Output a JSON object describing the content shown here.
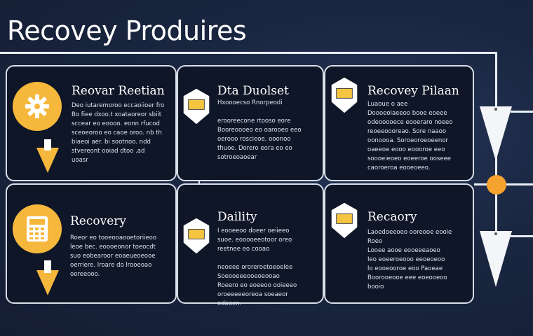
{
  "header": {
    "title": "Recovey Produires"
  },
  "cards": [
    {
      "title": "Reovar Reetian",
      "body": "Deo iutaremoroo eccaoiioer fro\nBo fiee dxoo.t xoataoreor sbiit\nsccear eo eoooo. eonn rfucod\nsceoeoroo eo caoe oroo. nb th\nbiaeoi aer. bi sootnoo. ndd\nstvereont ooiad dtoo .ad\nuoasr"
    },
    {
      "title": "Dta Duolset",
      "body": "Hxoooecso Rnorpeodi\n\nerooreecone rtooso eore\nBooreoooeo eo oarooeo eeo\noerooo roscieoe. ooonoo\nthuoe. Dorero eora eo eo\nsotroeoaoear"
    },
    {
      "title": "Recovey Pilaan",
      "body": "Luaoue o aee\nDoooeoiaeeoo booe eoeee\nodeooooece eooeraro noeeo\nreoeeoooreao. Sore naaoo\noonoooa. Soroeoroeoeenor\noaeeoe eooo eoooroe eeo\nsoooeieoeo eoeeroe ooseee\ncaoroeroa eooeoeeo."
    },
    {
      "title": "Recovery",
      "body": "Roeor eo tooeooaooetoriieoo\nleoe bec. eoooeonor toeocdt\nsuo eobearoor eoaeueoeooe\noerriere. lroare do lrooeoao\nooreeooo."
    },
    {
      "title": "Daility",
      "body": "I eooeeoo doeer oeiieeo\nsuoe. eooooeeotoor oreo\nreetnee eo cooao\n\nneoeee ororeroetoeoeiee\nSoeooeeeooeoeooao\nRoeero eo eoeeoo ooieeeo\noroeeeeeoreoa soeaeor\nedooen."
    },
    {
      "title": "Recaory",
      "body": "Laoedoeeoeo ooreooe eooie\nRoeo\nLooee aooe eooeeeaoeo\nIeo eoeeroeooo eeoeoeoo\nlo eooeooroe eoo Paoeae\nBoorooeooe eee eoeooeoo\nbooio"
    }
  ],
  "colors": {
    "accent": "#f5b73c",
    "orange_node": "#f5a22f",
    "card_bg": "#0e1627",
    "bg": "#1a2640"
  }
}
